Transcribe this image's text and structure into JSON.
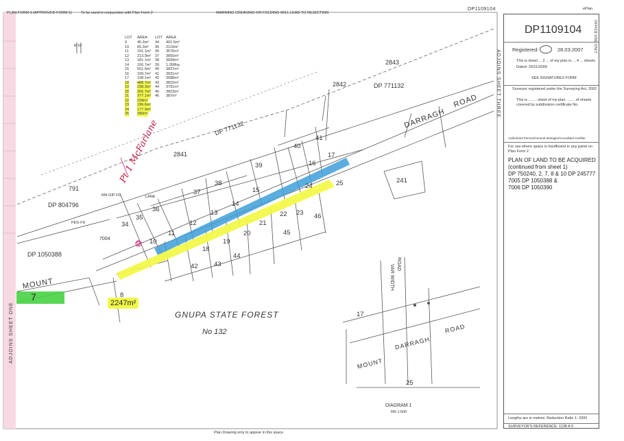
{
  "header": {
    "form_label": "PLAN FORM 3 (APPROVED FORM 5)",
    "conjunction_note": "To be used in conjunction with Plan Form 2",
    "warning": "WARNING CREASING OR FOLDING WILL LEAD TO REJECTION",
    "dp_top": "DP1109104",
    "eplan": "ePlan"
  },
  "footer": {
    "note": "Plan Drawing only to appear in this space"
  },
  "title_block": {
    "dp_number": "DP1109104",
    "office_use": "OFFICE USE ONLY",
    "registered_label": "Registered:",
    "registered_date": "28.03.2007",
    "sheet_line": "This is sheet ... 2 ... of my plan in ... 4 ... sheets",
    "dated": "Dated: 20/11/2000",
    "signatures": "SEE SIGNATURES FORM",
    "surveyor": "Surveyor registered under the Surveying Act, 2002",
    "sheet_of": "This is ........ sheet of my plan ........ of sheets covered by subdivision certificate No.",
    "authorised": "Authorised Person/General Manager/Accredited Certifier",
    "instruction": "For use where space is insufficient in any panel on Plan Form 2",
    "plan_title": "PLAN OF LAND TO BE ACQUIRED (continued from sheet 1)",
    "plan_lines": [
      "DP 750240, 2, 7, 8 & 10 DP 245777",
      "7005 DP 1050388 &",
      "7006 DP 1050390"
    ],
    "lengths": "Lengths are in metres.   Reduction Ratio 1: 2000",
    "surveyors_ref": "SURVEYOR'S REFERENCE:   1138 A 0"
  },
  "area_table": {
    "headers": [
      "LOT",
      "AREA",
      "LOT",
      "AREA"
    ],
    "left": [
      [
        "9",
        "45.3m²"
      ],
      [
        "10",
        "65.3m²"
      ],
      [
        "11",
        "191.1m²"
      ],
      [
        "12",
        "213.9m²"
      ],
      [
        "13",
        "181.1m²"
      ],
      [
        "14",
        "156.7m²"
      ],
      [
        "15",
        "551.5m²"
      ],
      [
        "16",
        "199.7m²"
      ],
      [
        "17",
        "108.1m²"
      ],
      [
        "18",
        "488.7m²"
      ],
      [
        "19",
        "238.3m²"
      ],
      [
        "20",
        "256.7m²"
      ],
      [
        "21",
        "377.1m²"
      ],
      [
        "22",
        "239m²"
      ],
      [
        "23",
        "199.6m²"
      ],
      [
        "24",
        "177.9m²"
      ],
      [
        "25",
        "280m²"
      ]
    ],
    "right": [
      [
        "34",
        "401.5m²"
      ],
      [
        "35",
        "2119m²"
      ],
      [
        "36",
        "3576m²"
      ],
      [
        "37",
        "3850m²"
      ],
      [
        "38",
        "3699m²"
      ],
      [
        "39",
        "1.058ha"
      ],
      [
        "40",
        "3837m²"
      ],
      [
        "41",
        "3931m²"
      ],
      [
        "42",
        "3588m²"
      ],
      [
        "43",
        "3815m²"
      ],
      [
        "44",
        "3791m²"
      ],
      [
        "45",
        "3823m²"
      ],
      [
        "46",
        "387m²"
      ]
    ],
    "highlight_from_row": 9
  },
  "map": {
    "lots": [
      "2843",
      "2842",
      "2841",
      "791",
      "7004",
      "39",
      "40",
      "41",
      "38",
      "37",
      "36",
      "35",
      "34",
      "12",
      "13",
      "14",
      "15",
      "16",
      "17",
      "11",
      "10",
      "9",
      "8",
      "7",
      "18",
      "19",
      "20",
      "21",
      "22",
      "23",
      "24",
      "25",
      "42",
      "43",
      "44",
      "45",
      "46",
      "241",
      "17",
      "25"
    ],
    "dps": [
      "DP 771132",
      "DP 771132",
      "DP 804796",
      "DP 1050388"
    ],
    "roads": [
      "DARRAGH",
      "ROAD",
      "MOUNT",
      "MOUNT",
      "DARRAGH",
      "ROAD",
      "VAR WIDTH",
      "ROAD"
    ],
    "forest_name": "GNUPA STATE FOREST",
    "forest_no": "No 132",
    "area_8": "2247m²",
    "handwritten": "Pt 1 McFarlane",
    "diagram": "DIAGRAM 1",
    "diagram_ratio": "RR 1:500",
    "adjoins_sheet_three": "ADJOINS SHEET THREE",
    "adjoins_sheet_one": "ADJOINS SHEET ONE",
    "lane": "LANE",
    "peg_fd": "PEG FD",
    "rm_gip": "RM GIP FD",
    "north": "M M"
  }
}
